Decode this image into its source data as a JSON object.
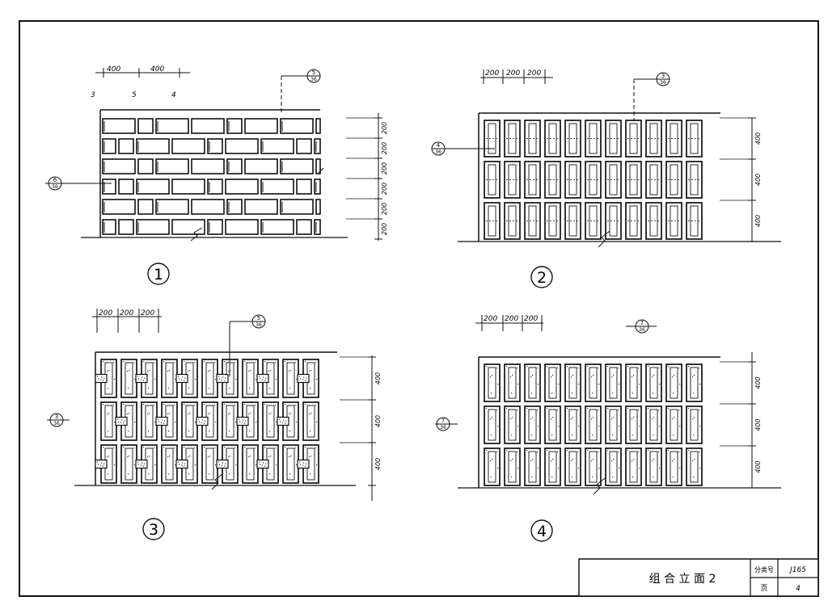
{
  "drawing": {
    "panels": [
      {
        "id": "1",
        "number": "1",
        "section_ref": {
          "top": "5",
          "bottom": "36"
        },
        "side_ref": {
          "top": "6",
          "bottom": "36"
        },
        "dims_top": [
          "400",
          "400"
        ],
        "dims_right": [
          "200",
          "200",
          "200",
          "200",
          "200",
          "200"
        ],
        "grid_marks": [
          "3",
          "5",
          "4"
        ]
      },
      {
        "id": "2",
        "number": "2",
        "section_ref": {
          "top": "3",
          "bottom": "36"
        },
        "side_ref": {
          "top": "4",
          "bottom": "36"
        },
        "dims_top": [
          "200",
          "200",
          "200"
        ],
        "dims_right": [
          "400",
          "400",
          "400"
        ]
      },
      {
        "id": "3",
        "number": "3",
        "section_ref": {
          "top": "5",
          "bottom": "36"
        },
        "side_ref": {
          "top": "3",
          "bottom": "36"
        },
        "dims_top": [
          "200",
          "200",
          "200"
        ],
        "dims_right": [
          "400",
          "400",
          "400"
        ]
      },
      {
        "id": "4",
        "number": "4",
        "section_ref": {
          "top": "7",
          "bottom": "36"
        },
        "side_ref": {
          "top": "7",
          "bottom": "36"
        },
        "dims_top": [
          "200",
          "200",
          "200"
        ],
        "dims_right": [
          "400",
          "400",
          "400"
        ]
      }
    ]
  },
  "title_block": {
    "title": "组 合 立 面   2",
    "cat_label": "分类号",
    "cat_value": "J165",
    "page_label": "页",
    "page_value": "4"
  }
}
